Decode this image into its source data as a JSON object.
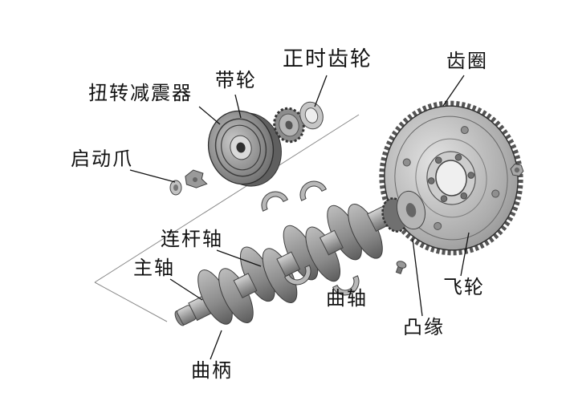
{
  "colors": {
    "background": "#ffffff",
    "label_text": "#111111",
    "metal_light": "#d8d8d8",
    "metal_mid": "#9a9a9a",
    "metal_dark": "#5f5f5f",
    "leader_line": "#111111",
    "construction_line": "#888888"
  },
  "figure": {
    "labels": [
      {
        "id": "torsional-damper",
        "text": "扭转减震器"
      },
      {
        "id": "pulley",
        "text": "带轮"
      },
      {
        "id": "timing-gear",
        "text": "正时齿轮"
      },
      {
        "id": "ring-gear",
        "text": "齿圈"
      },
      {
        "id": "starting-claw",
        "text": "启动爪"
      },
      {
        "id": "connecting-rod-journal",
        "text": "连杆轴"
      },
      {
        "id": "main-journal",
        "text": "主轴"
      },
      {
        "id": "crankshaft",
        "text": "曲轴"
      },
      {
        "id": "crank",
        "text": "曲柄"
      },
      {
        "id": "flange",
        "text": "凸缘"
      },
      {
        "id": "flywheel",
        "text": "飞轮"
      }
    ]
  }
}
